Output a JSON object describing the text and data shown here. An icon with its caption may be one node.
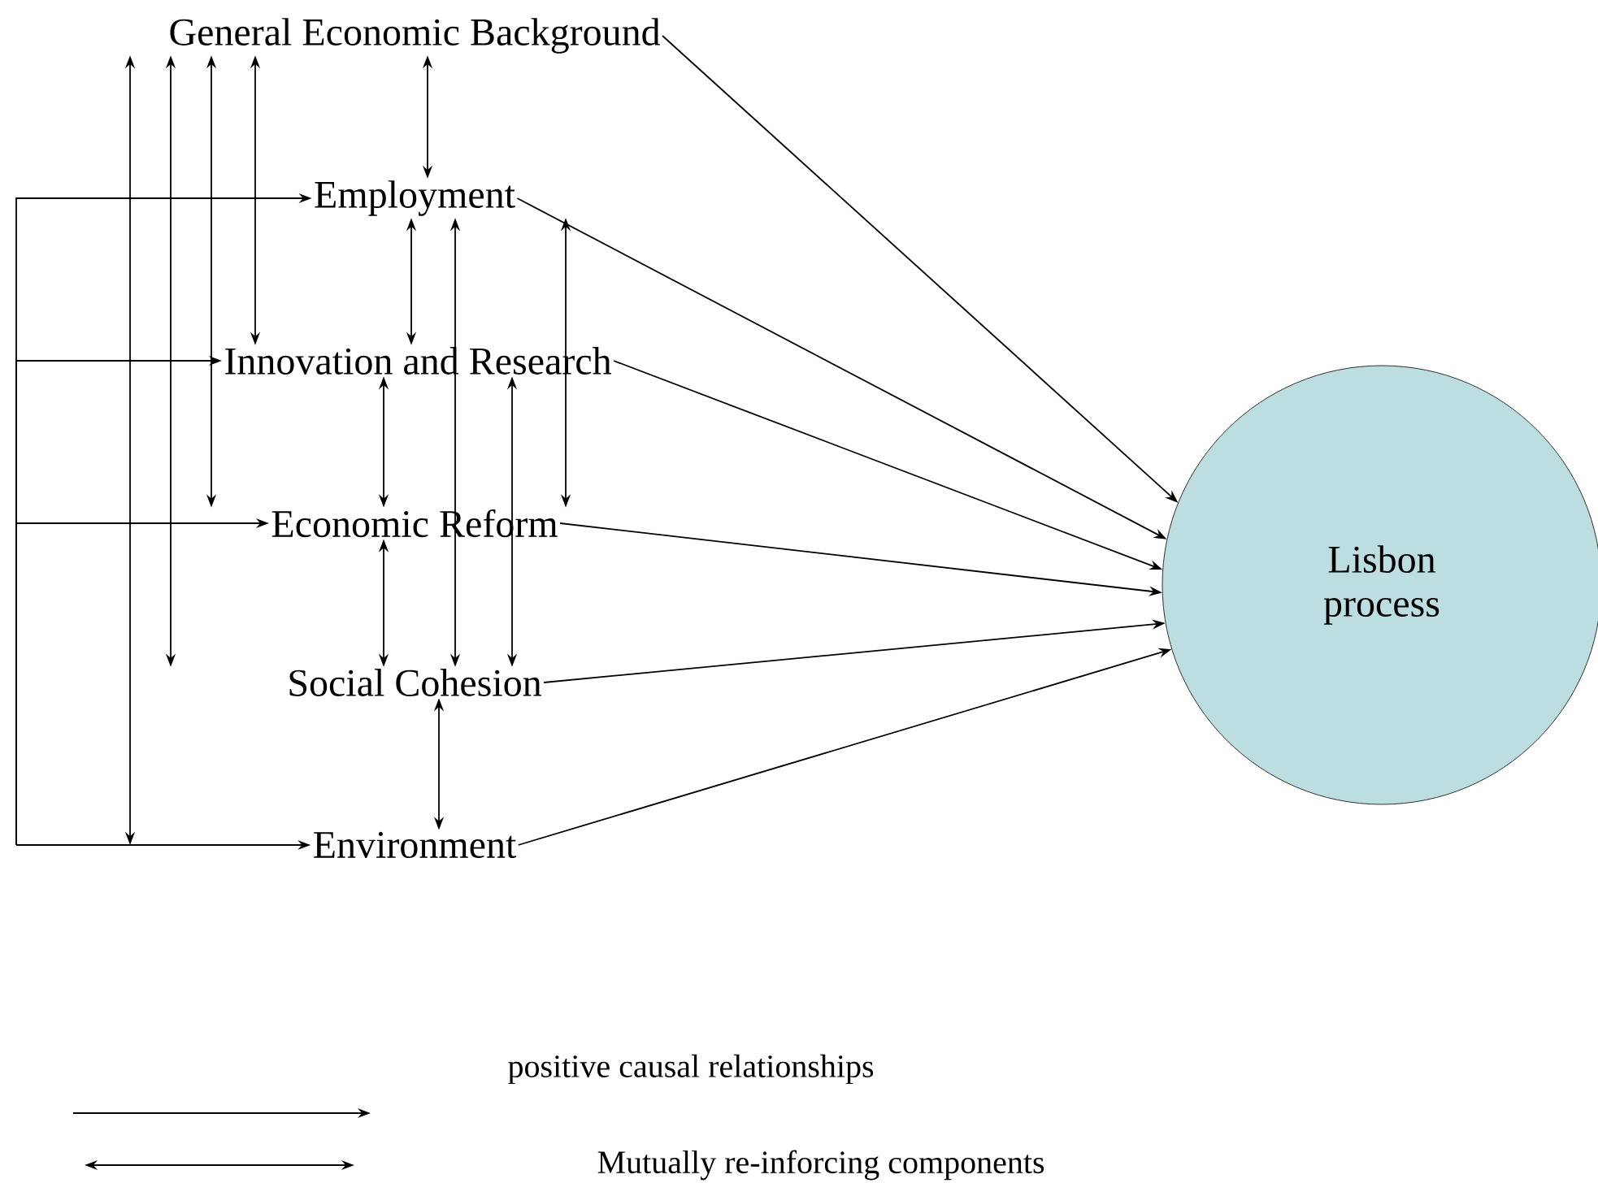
{
  "diagram": {
    "nodes": [
      {
        "text": [
          "General Economic Background"
        ]
      },
      {
        "text": [
          "Employment"
        ]
      },
      {
        "text": [
          "Innovation and Research"
        ]
      },
      {
        "text": [
          "Economic Reform"
        ]
      },
      {
        "text": [
          "Social Cohesion"
        ]
      },
      {
        "text": [
          "Environment"
        ]
      },
      {
        "text": [
          "Lisbon process"
        ]
      }
    ],
    "edges": [
      {
        "from": 0,
        "to": 6,
        "arrow": "to"
      },
      {
        "from": 1,
        "to": 6,
        "arrow": "to"
      },
      {
        "from": 2,
        "to": 6,
        "arrow": "to"
      },
      {
        "from": 3,
        "to": 6,
        "arrow": "to"
      },
      {
        "from": 4,
        "to": 6,
        "arrow": "to"
      },
      {
        "from": 5,
        "to": 6,
        "arrow": "to"
      },
      {
        "from": 0,
        "to": 1,
        "arrow": "both"
      },
      {
        "from": 1,
        "to": 2,
        "arrow": "both"
      },
      {
        "from": 2,
        "to": 3,
        "arrow": "both"
      },
      {
        "from": 3,
        "to": 4,
        "arrow": "both"
      },
      {
        "from": 4,
        "to": 5,
        "arrow": "both"
      },
      {
        "from": 0,
        "to": null,
        "arrow": "both"
      },
      {
        "from": 0,
        "to": 4,
        "arrow": "both"
      },
      {
        "from": 0,
        "to": 3,
        "arrow": "both"
      },
      {
        "from": 0,
        "to": 2,
        "arrow": "both"
      },
      {
        "from": 1,
        "to": 4,
        "arrow": "both"
      },
      {
        "from": 1,
        "to": 3,
        "arrow": "both"
      },
      {
        "from": 2,
        "to": 4,
        "arrow": "both"
      },
      {
        "from": null,
        "to": 1,
        "arrow": "to"
      },
      {
        "from": null,
        "to": 2,
        "arrow": "to"
      },
      {
        "from": null,
        "to": 3,
        "arrow": "to"
      },
      {
        "from": null,
        "to": 5,
        "arrow": "to"
      }
    ],
    "legend": [
      {
        "text": "positive causal relationships"
      },
      {
        "text": "Mutually re-inforcing components"
      }
    ]
  }
}
